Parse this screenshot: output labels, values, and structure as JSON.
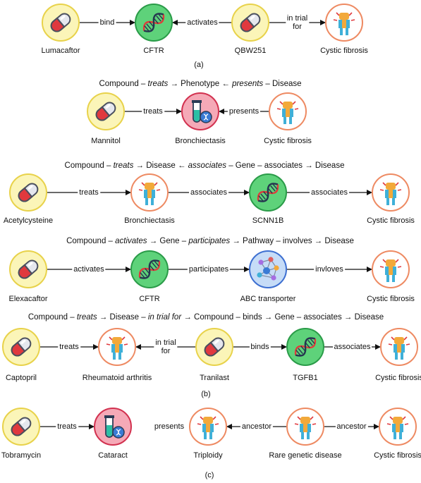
{
  "panel_a": {
    "nodes": [
      "Lumacaftor",
      "CFTR",
      "QBW251",
      "Cystic fibrosis"
    ],
    "edges": [
      "bind",
      "activates",
      "in trial\nfor"
    ],
    "caption": "(a)"
  },
  "panel_b": {
    "row1": {
      "header": [
        "Compound – ",
        "treats",
        " → Phenotype ← ",
        "presents",
        " – Disease"
      ],
      "nodes": [
        "Mannitol",
        "Bronchiectasis",
        "Cystic fibrosis"
      ],
      "edges": [
        "treats",
        "presents"
      ]
    },
    "row2": {
      "header": [
        "Compound – ",
        "treats",
        " → Disease ← ",
        "associates",
        " – Gene – associates → Disease"
      ],
      "nodes": [
        "Acetylcysteine",
        "Bronchiectasis",
        "SCNN1B",
        "Cystic fibrosis"
      ],
      "edges": [
        "treats",
        "associates",
        "associates"
      ]
    },
    "row3": {
      "header": [
        "Compound – ",
        "activates",
        " → Gene – ",
        "participates",
        " →  Pathway – involves → Disease"
      ],
      "nodes": [
        "Elexacaftor",
        "CFTR",
        "ABC transporter",
        "Cystic fibrosis"
      ],
      "edges": [
        "activates",
        "participates",
        "invloves"
      ]
    },
    "row4": {
      "header": [
        "Compound – ",
        "treats",
        " → Disease – ",
        "in trial for",
        " →  Compound – binds → Gene  – associates → Disease"
      ],
      "nodes": [
        "Captopril",
        "Rheumatoid arthritis",
        "Tranilast",
        "TGFB1",
        "Cystic fibrosis"
      ],
      "edges": [
        "treats",
        "in trial\nfor",
        "binds",
        "associates"
      ]
    },
    "caption": "(b)"
  },
  "panel_c": {
    "nodes": [
      "Tobramycin",
      "Cataract",
      "Triploidy",
      "Rare genetic disease",
      "Cystic fibrosis"
    ],
    "edges": [
      "treats",
      "presents",
      "ancestor",
      "ancestor"
    ],
    "caption": "(c)"
  },
  "colors": {
    "compound_fill": "#fbf5b8",
    "compound_stroke": "#e8d24a",
    "gene_fill": "#5ed27a",
    "gene_stroke": "#2a9b48",
    "disease_fill": "#ffffff",
    "disease_stroke": "#ee8a62",
    "phenotype_fill": "#f5a9b7",
    "phenotype_stroke": "#d2314f",
    "pathway_fill": "#c6dcf7",
    "pathway_stroke": "#3d6fd1"
  },
  "icons": {
    "compound": "pill-icon",
    "gene": "dna-icon",
    "disease": "patient-icon",
    "phenotype": "test-tube-icon",
    "pathway": "network-icon"
  }
}
